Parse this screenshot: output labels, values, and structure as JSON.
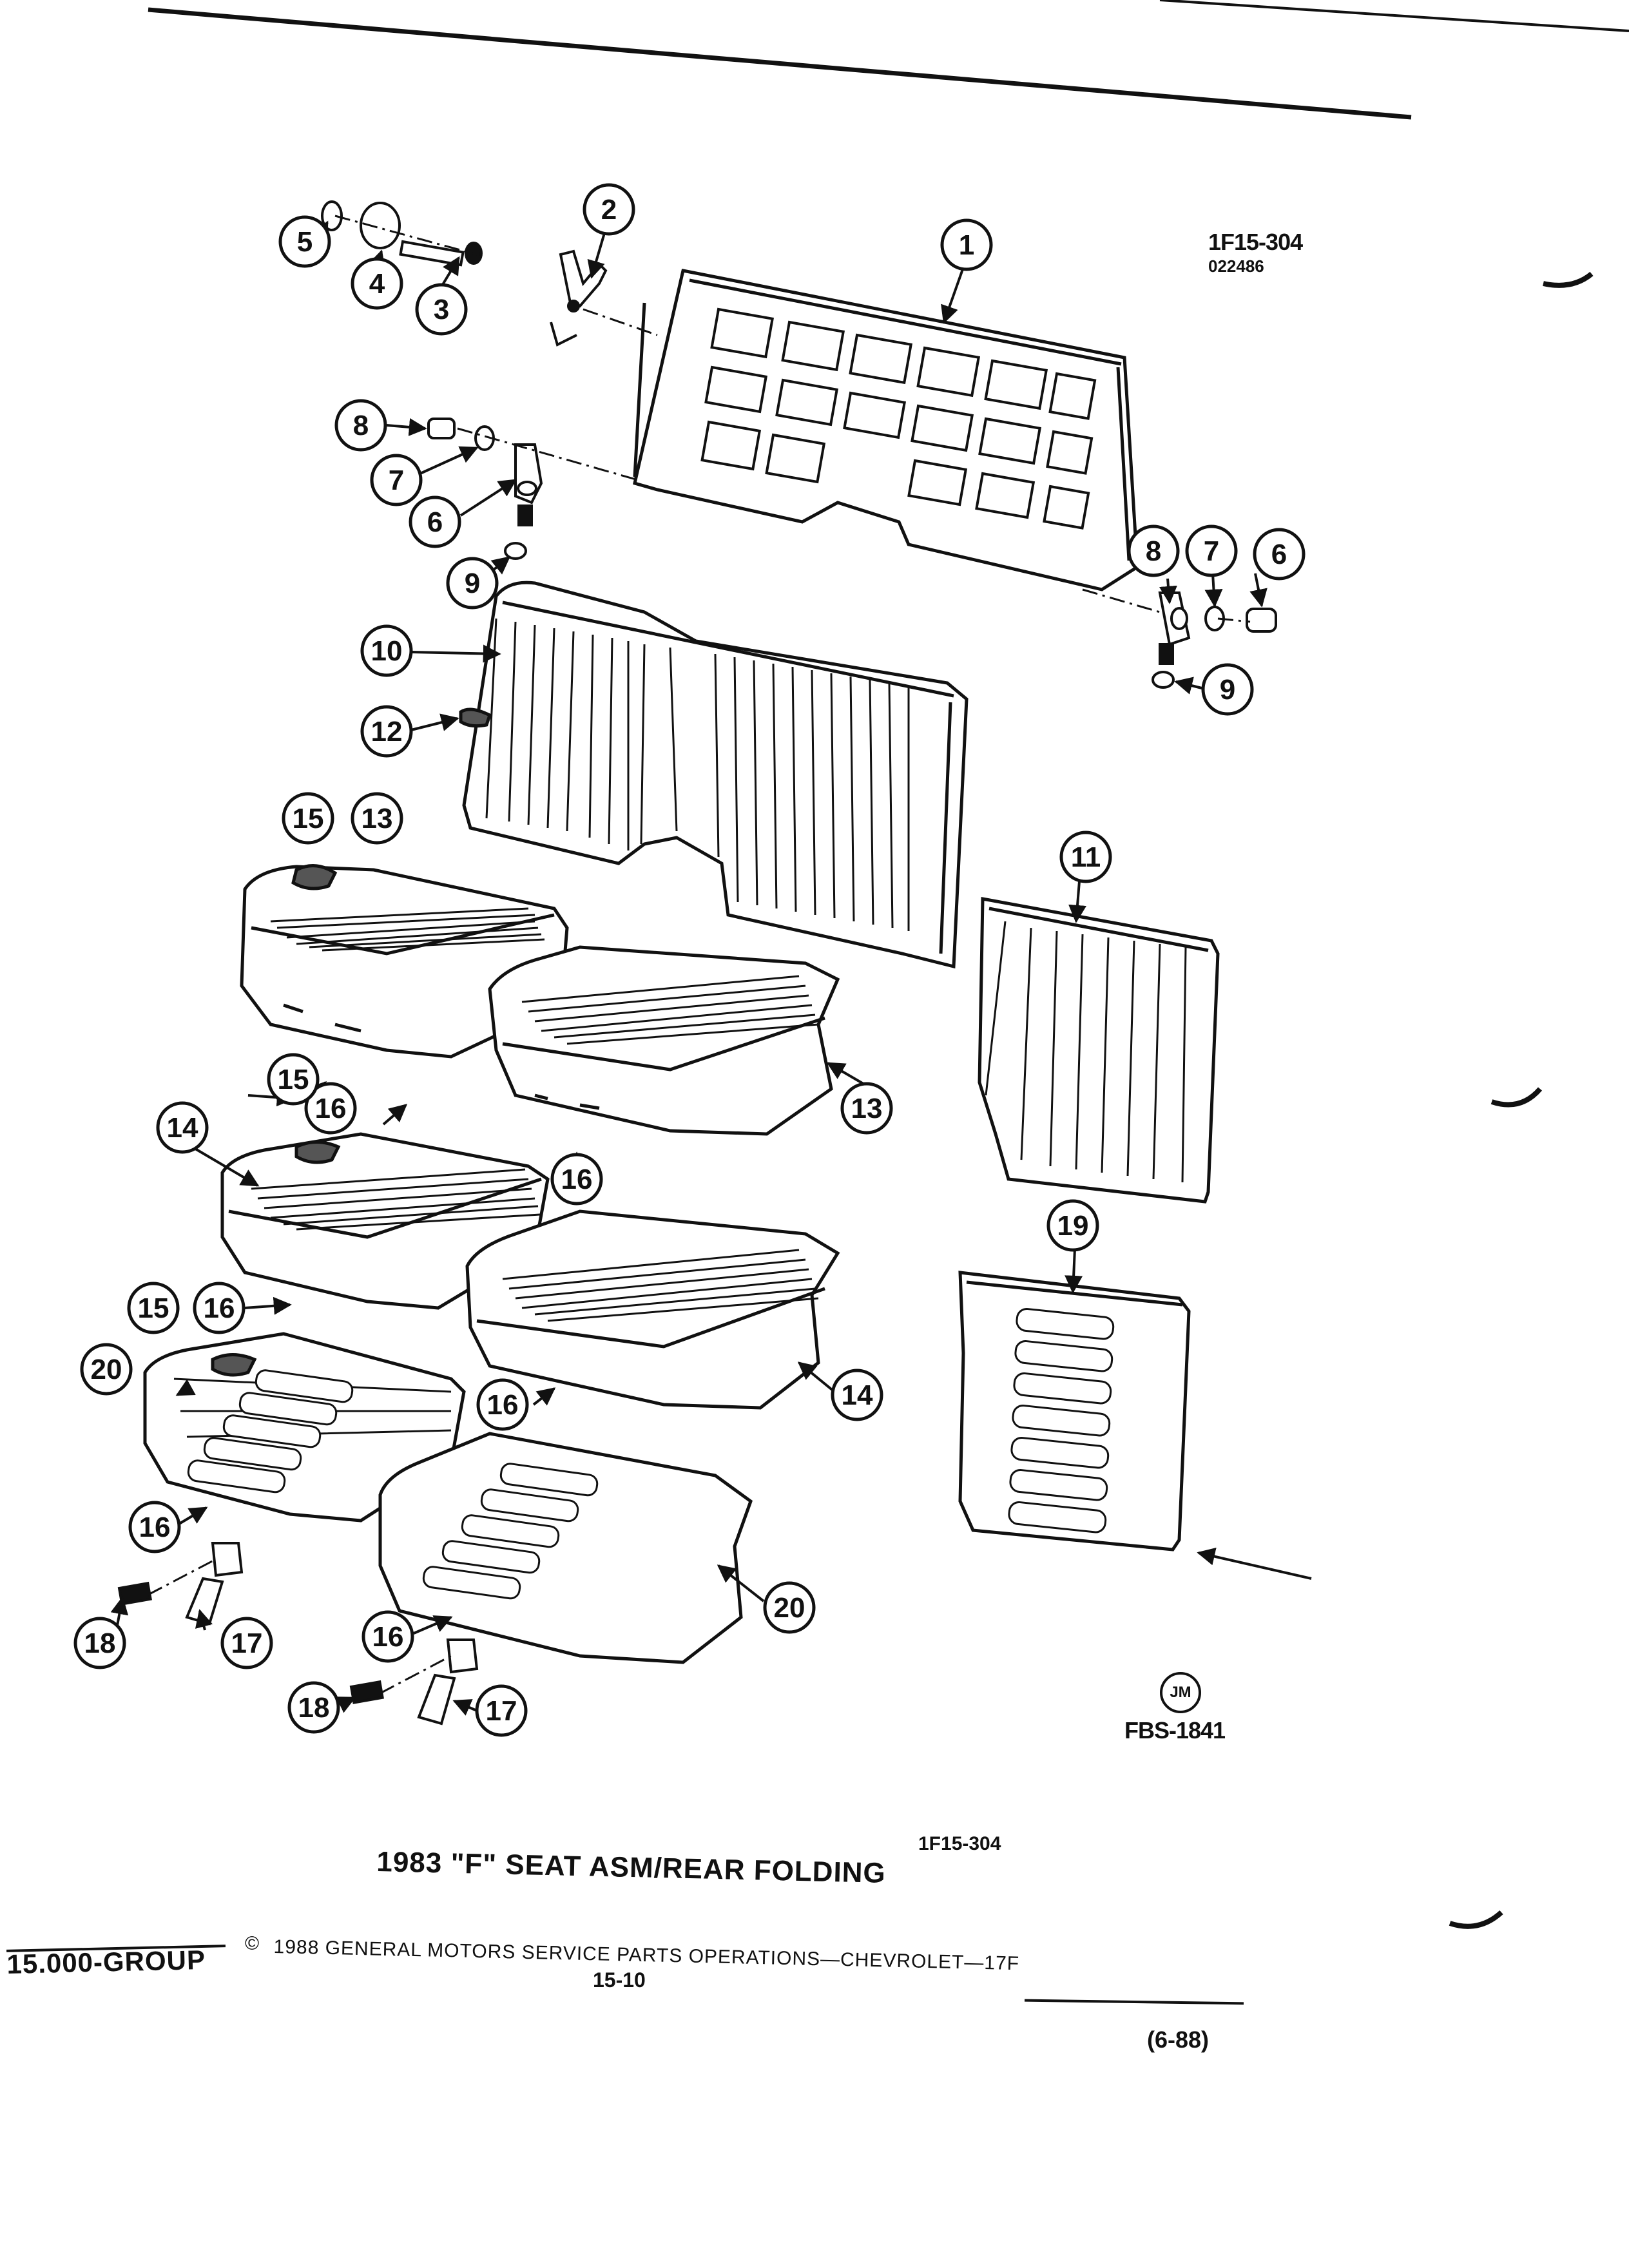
{
  "figure_code": "1F15-304",
  "figure_date": "022486",
  "artist_mark": "JM",
  "drawing_number": "FBS-1841",
  "caption_code": "1F15-304",
  "caption_title": "1983 \"F\" SEAT ASM/REAR FOLDING",
  "footer": {
    "group": "15.000-GROUP",
    "copyright_symbol": "©",
    "copyright_text": "1988 GENERAL MOTORS SERVICE PARTS OPERATIONS—CHEVROLET—17F",
    "page": "15-10",
    "revision": "(6-88)"
  },
  "callouts": [
    {
      "label": "1"
    },
    {
      "label": "2"
    },
    {
      "label": "3"
    },
    {
      "label": "4"
    },
    {
      "label": "5"
    },
    {
      "label": "8"
    },
    {
      "label": "7"
    },
    {
      "label": "6"
    },
    {
      "label": "9"
    },
    {
      "label": "8"
    },
    {
      "label": "7"
    },
    {
      "label": "6"
    },
    {
      "label": "9"
    },
    {
      "label": "10"
    },
    {
      "label": "12"
    },
    {
      "label": "15"
    },
    {
      "label": "13"
    },
    {
      "label": "11"
    },
    {
      "label": "16"
    },
    {
      "label": "13"
    },
    {
      "label": "15"
    },
    {
      "label": "14"
    },
    {
      "label": "16"
    },
    {
      "label": "19"
    },
    {
      "label": "15"
    },
    {
      "label": "16"
    },
    {
      "label": "20"
    },
    {
      "label": "16"
    },
    {
      "label": "14"
    },
    {
      "label": "16"
    },
    {
      "label": "20"
    },
    {
      "label": "18"
    },
    {
      "label": "17"
    },
    {
      "label": "16"
    },
    {
      "label": "18"
    },
    {
      "label": "17"
    }
  ]
}
